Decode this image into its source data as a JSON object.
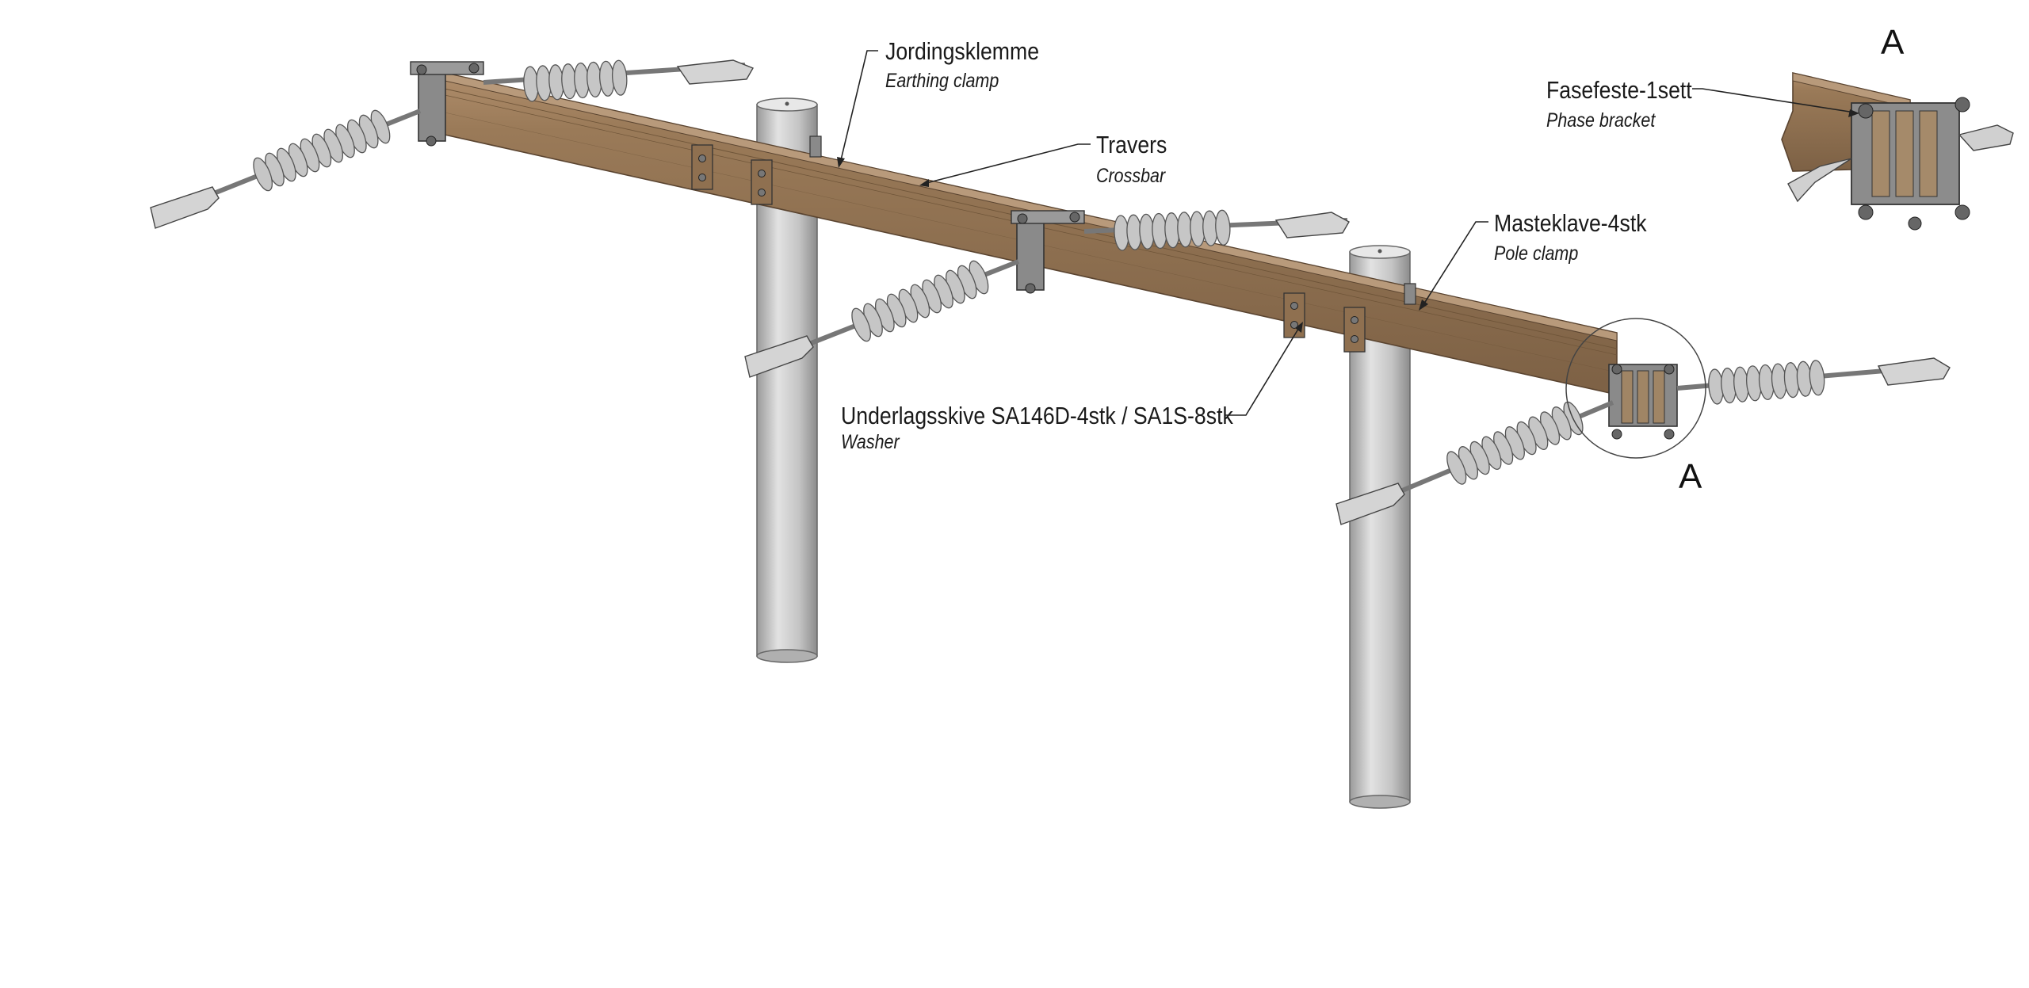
{
  "callouts": {
    "jordingsklemme": {
      "name": "Jordingsklemme",
      "translation": "Earthing clamp"
    },
    "travers": {
      "name": "Travers",
      "translation": "Crossbar"
    },
    "masteklave": {
      "name": "Masteklave-4stk",
      "translation": "Pole clamp"
    },
    "underlagsskive": {
      "name": "Underlagsskive SA146D-4stk / SA1S-8stk",
      "translation": "Washer"
    },
    "fasefeste": {
      "name": "Fasefeste-1sett",
      "translation": "Phase bracket"
    }
  },
  "detail_view": {
    "letter": "A"
  },
  "detail_marker": {
    "letter": "A"
  },
  "colors": {
    "wood": "#8d6f4e",
    "wood_top": "#a8876a",
    "pole": "#c9c9c9",
    "insulator": "#bdbdbd",
    "steel": "#7d7d7d"
  }
}
